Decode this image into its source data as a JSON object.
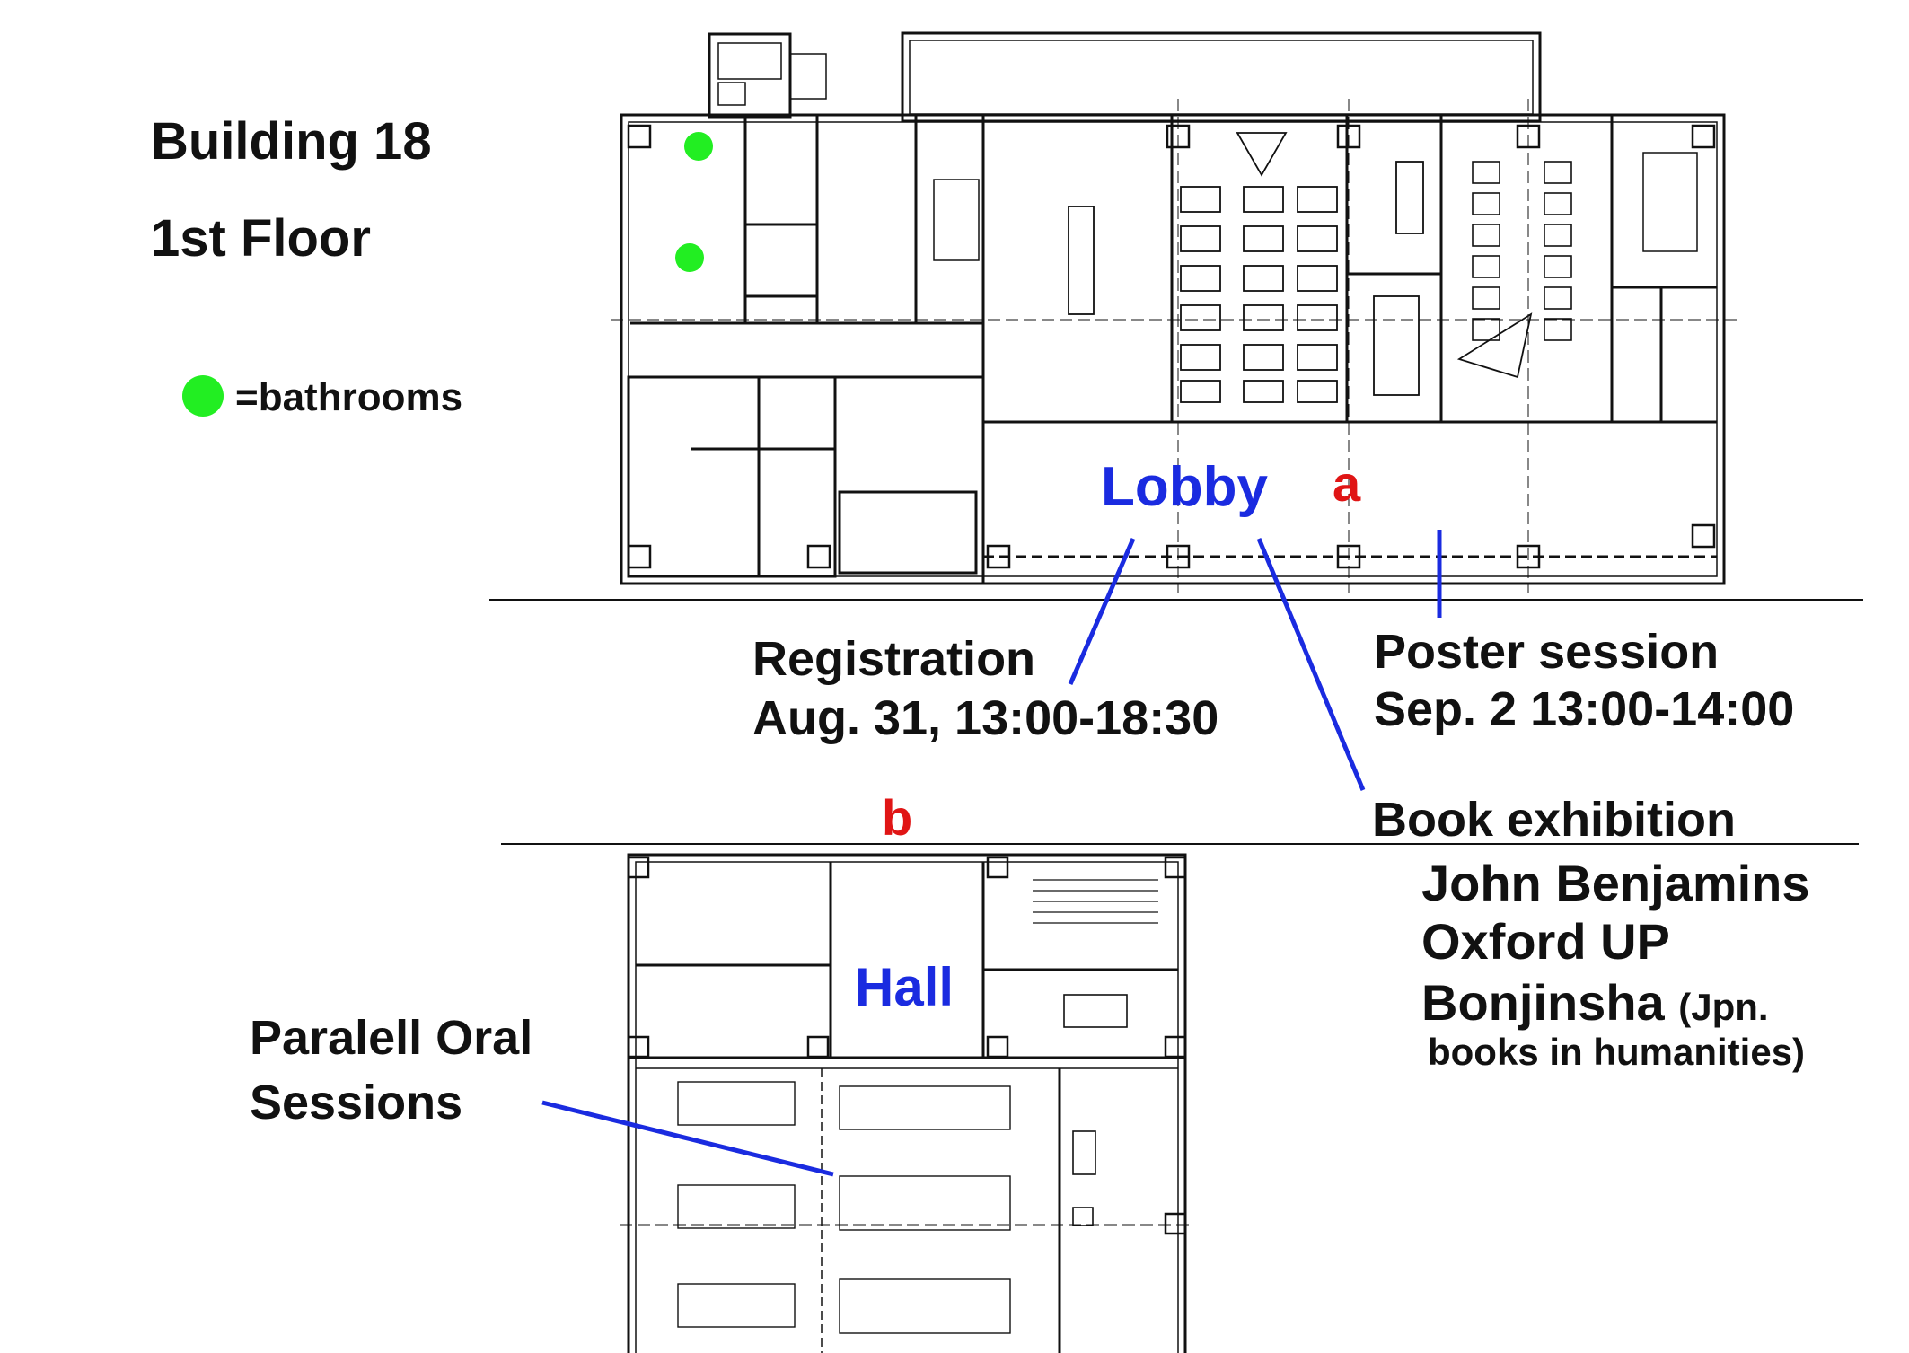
{
  "header": {
    "building": "Building 18",
    "floor": "1st Floor"
  },
  "legend": {
    "bathroom_label": "=bathrooms",
    "bathroom_color": "#22ee22",
    "bathroom_icon": "filled-circle"
  },
  "areas": {
    "lobby": "Lobby",
    "hall": "Hall",
    "marker_a": "a",
    "marker_b": "b"
  },
  "annotations": {
    "registration_title": "Registration",
    "registration_time": "Aug. 31, 13:00-18:30",
    "poster_title": "Poster session",
    "poster_time": "Sep. 2 13:00-14:00",
    "book_title": "Book exhibition",
    "oral_line1": "Paralell Oral",
    "oral_line2": "Sessions"
  },
  "publishers": {
    "p1": "John Benjamins",
    "p2": "Oxford UP",
    "p3_name": "Bonjinsha",
    "p3_note1": "(Jpn.",
    "p3_note2": "books in humanities)"
  },
  "colors": {
    "accent_blue": "#1a2be0",
    "accent_red": "#e01515",
    "ink": "#111111"
  }
}
